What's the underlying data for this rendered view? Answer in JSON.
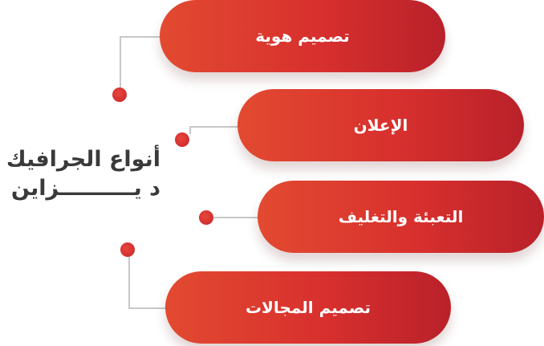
{
  "title": {
    "line1": "أنواع الجرافيك",
    "line2": "د يــــــــــزاين"
  },
  "items": [
    {
      "label": "تصميم هوية"
    },
    {
      "label": "الإعلان"
    },
    {
      "label": "التعبئة والتغليف"
    },
    {
      "label": "تصميم المجالات"
    }
  ],
  "colors": {
    "pill_start": "#e24a30",
    "pill_end": "#b9212a",
    "dot": "#d52e2f",
    "connector": "#c8c8c8",
    "title_text": "#3a3a3a"
  }
}
